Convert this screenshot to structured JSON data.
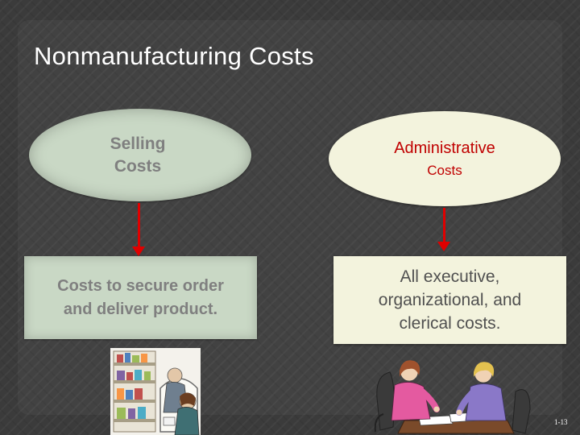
{
  "slide": {
    "title": "Nonmanufacturing Costs",
    "number": "1-13"
  },
  "selling": {
    "oval_line1": "Selling",
    "oval_line2": "Costs",
    "box_line1": "Costs to secure order",
    "box_line2": "and deliver product."
  },
  "administrative": {
    "oval_line1": "Administrative",
    "oval_line2": "Costs",
    "box_line1": "All executive,",
    "box_line2": "organizational, and",
    "box_line3": "clerical costs."
  },
  "images": {
    "left": "clipart-salesperson-shelves",
    "right": "clipart-office-workers-at-table"
  },
  "colors": {
    "background": "#3b3b3b",
    "selling_fill": "#c9d8c5",
    "admin_fill": "#f3f3dd",
    "arrow": "#e00000",
    "admin_oval_text": "#c00000"
  }
}
